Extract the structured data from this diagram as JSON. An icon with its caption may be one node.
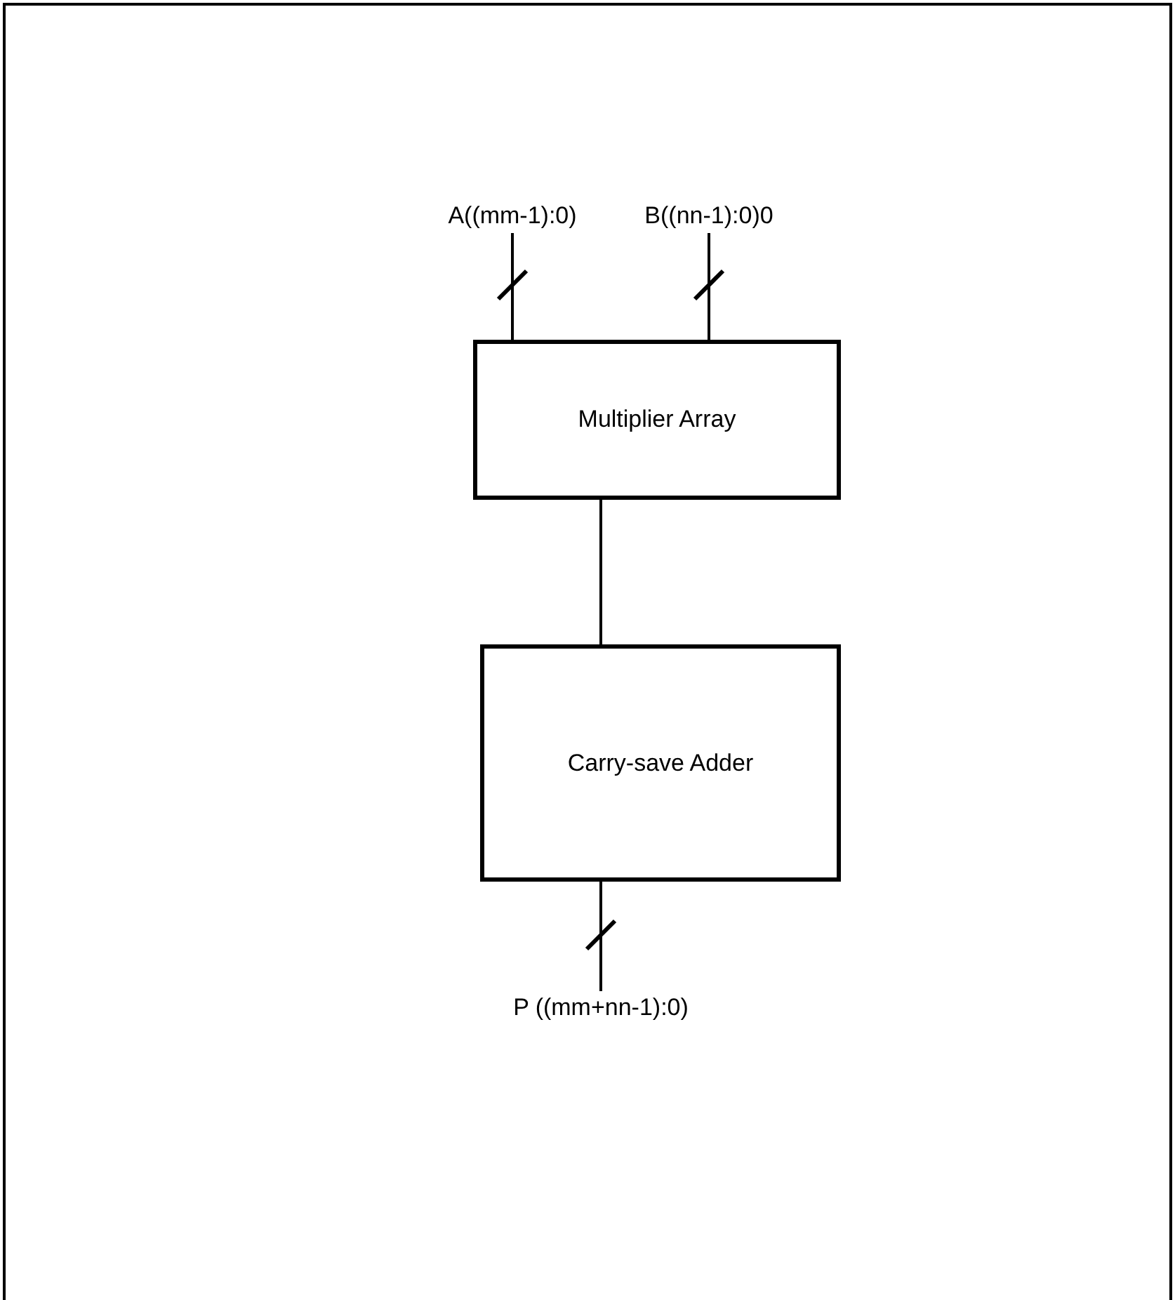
{
  "diagram": {
    "nodes": [
      {
        "text": [
          "A((mm-1):0)"
        ]
      },
      {
        "text": [
          "B((nn-1):0)0"
        ]
      },
      {
        "text": [
          "Multiplier Array"
        ]
      },
      {
        "text": [
          "Carry-save Adder"
        ]
      },
      {
        "text": [
          "P ((mm+nn-1):0)"
        ]
      }
    ],
    "edges": [
      {
        "from": 0,
        "to": 2,
        "arrow": "none"
      },
      {
        "from": 1,
        "to": 2,
        "arrow": "none"
      },
      {
        "from": 2,
        "to": 3,
        "arrow": "none"
      },
      {
        "from": 3,
        "to": 4,
        "arrow": "none"
      }
    ]
  }
}
